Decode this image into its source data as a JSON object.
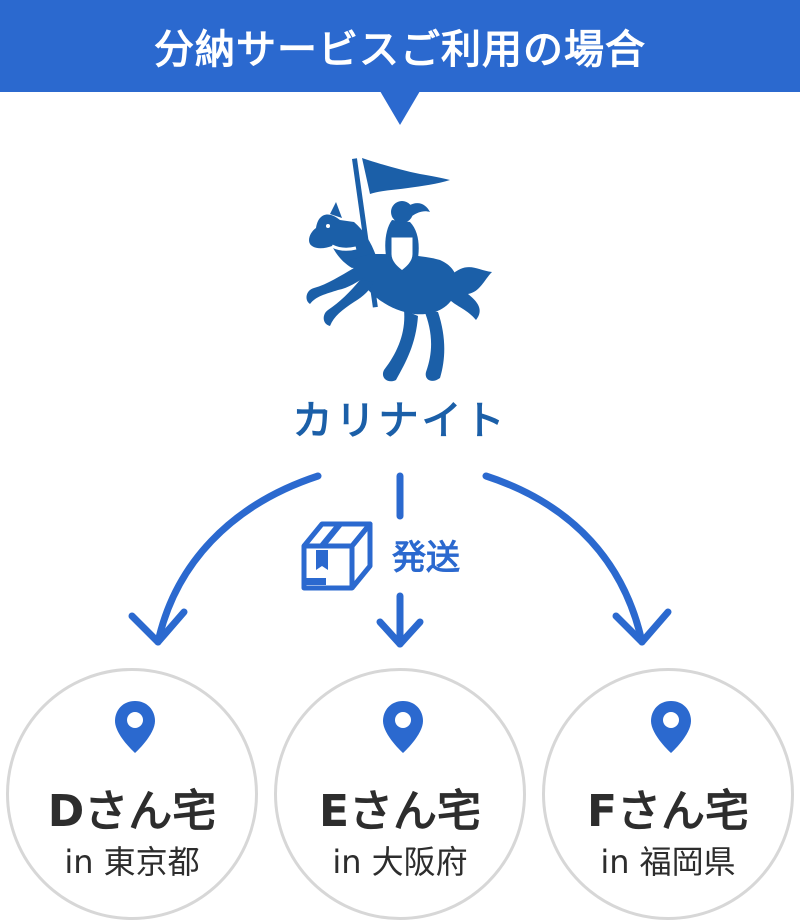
{
  "header": {
    "title": "分納サービスご利用の場合"
  },
  "brand": {
    "name": "カリナイト"
  },
  "flow": {
    "label": "発送",
    "box_icon": "package-box-icon"
  },
  "destinations": [
    {
      "name": "Dさん宅",
      "location": "in 東京都",
      "icon": "map-pin-icon"
    },
    {
      "name": "Eさん宅",
      "location": "in 大阪府",
      "icon": "map-pin-icon"
    },
    {
      "name": "Fさん宅",
      "location": "in 福岡県",
      "icon": "map-pin-icon"
    }
  ],
  "colors": {
    "accent": "#2b69cf",
    "logo": "#1b5fa8",
    "circle_border": "#d7d7d7",
    "text": "#2d2d2d"
  }
}
